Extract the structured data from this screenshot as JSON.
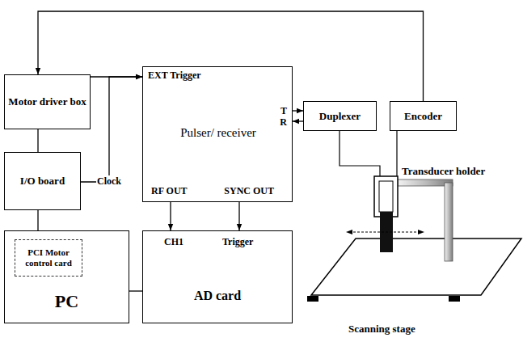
{
  "diagram": {
    "nodes": [
      {
        "text": [
          "Motor driver box"
        ]
      },
      {
        "text": [
          "Pulser/ receiver",
          "EXT Trigger",
          "T",
          "R",
          "RF OUT",
          "SYNC OUT"
        ]
      },
      {
        "text": [
          "Duplexer"
        ]
      },
      {
        "text": [
          "Encoder"
        ]
      },
      {
        "text": [
          "I/O board"
        ]
      },
      {
        "text": [
          "PC"
        ]
      },
      {
        "text": [
          "PCI Motor control card"
        ],
        "in": 5
      },
      {
        "text": [
          "AD card",
          "CH1",
          "Trigger"
        ]
      }
    ],
    "edges": [
      {
        "from": 3,
        "to": 0,
        "arrow": "to"
      },
      {
        "from": 0,
        "to": 1,
        "arrow": "to"
      },
      {
        "from": 4,
        "to": 1,
        "label": "Clock",
        "arrow": "to"
      },
      {
        "from": 0,
        "to": 4,
        "arrow": "none"
      },
      {
        "from": 4,
        "to": 5,
        "arrow": "none"
      },
      {
        "from": 1,
        "to": 2,
        "arrow": "to"
      },
      {
        "from": 2,
        "to": 1,
        "arrow": "to"
      },
      {
        "from": 1,
        "to": 7,
        "arrow": "to"
      },
      {
        "from": 1,
        "to": 7,
        "arrow": "to"
      },
      {
        "from": 5,
        "to": 7,
        "arrow": "none"
      }
    ],
    "labels": [
      "Transducer holder",
      "Scanning stage"
    ]
  }
}
